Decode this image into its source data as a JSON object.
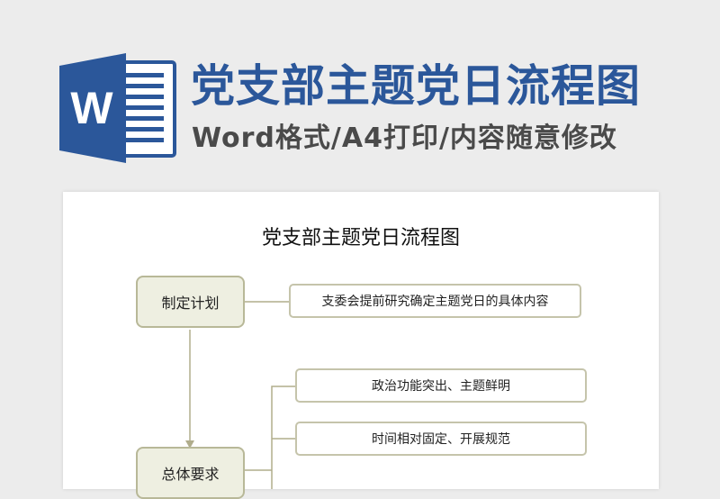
{
  "header": {
    "logo_letter": "W",
    "title": "党支部主题党日流程图",
    "subtitle": "Word格式/A4打印/内容随意修改"
  },
  "document": {
    "title": "党支部主题党日流程图",
    "steps": [
      {
        "label": "制定计划",
        "details": [
          "支委会提前研究确定主题党日的具体内容"
        ]
      },
      {
        "label": "总体要求",
        "details": [
          "政治功能突出、主题鲜明",
          "时间相对固定、开展规范"
        ]
      }
    ]
  },
  "colors": {
    "brand_blue": "#2b579a",
    "node_fill": "#eeefe1",
    "node_border": "#b8b898",
    "connector": "#b0ad8c"
  },
  "icons": {
    "logo": "word-icon"
  }
}
